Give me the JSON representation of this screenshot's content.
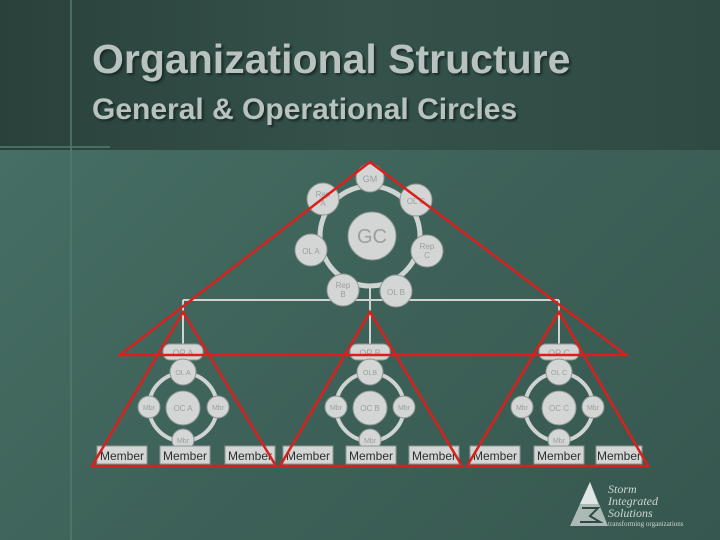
{
  "title": "Organizational Structure",
  "subtitle": "General & Operational Circles",
  "general_circle": {
    "center": "GC",
    "nodes": {
      "gm": "GM",
      "rep_a": "Rep\nA",
      "ol_c": "OL C",
      "ol_a": "OL A",
      "rep_c": "Rep\nC",
      "rep_b": "Rep\nB",
      "ol_b": "OL B"
    }
  },
  "operational_circles": [
    {
      "header": "OP A",
      "leader": "OL A",
      "center": "OC A",
      "left": "Mbr",
      "right": "Mbr",
      "bottom": "Mbr",
      "members": [
        "Member",
        "Member",
        "Member"
      ]
    },
    {
      "header": "OP B",
      "leader": "OLB",
      "center": "OC B",
      "left": "Mbr",
      "right": "Mbr",
      "bottom": "Mbr",
      "members": [
        "Member",
        "Member",
        "Member"
      ]
    },
    {
      "header": "OP C",
      "leader": "OL C",
      "center": "OC C",
      "left": "Mbr",
      "right": "Mbr",
      "bottom": "Mbr",
      "members": [
        "Member",
        "Member",
        "Member"
      ]
    }
  ],
  "logo": {
    "line1": "Storm",
    "line2": "Integrated",
    "line3": "Solutions",
    "tagline": "transforming organizations"
  },
  "colors": {
    "triangle": "#d9201c",
    "connector": "#cfd3d1",
    "node_fill": "#d3d6d4"
  }
}
